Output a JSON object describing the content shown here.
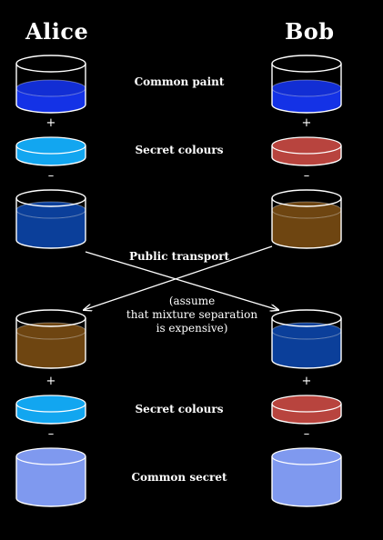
{
  "headers": {
    "alice": "Alice",
    "bob": "Bob"
  },
  "labels": {
    "common_paint": "Common paint",
    "secret_colours_top": "Secret colours",
    "public_transport": "Public transport",
    "secret_colours_bottom": "Secret colours",
    "common_secret": "Common secret"
  },
  "note": [
    "(assume",
    "that mixture separation",
    "is expensive)"
  ],
  "operators": {
    "plus": "+",
    "minus": "–"
  },
  "colors": {
    "background": "#000000",
    "common_paint": "#1432e6",
    "alice_secret": "#12a6f0",
    "bob_secret": "#b8443e",
    "alice_mixture": "#0b3f9a",
    "bob_mixture": "#6e4511",
    "common_secret": "#7f99ef",
    "text": "#ffffff"
  }
}
